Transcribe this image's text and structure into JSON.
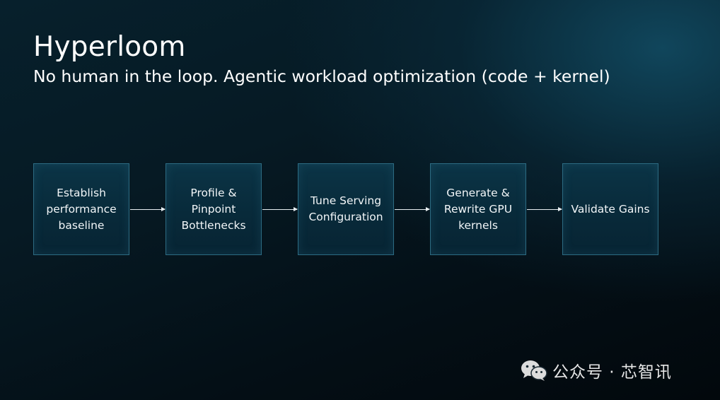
{
  "slide": {
    "title": "Hyperloom",
    "subtitle": "No human in the loop. Agentic workload optimization (code + kernel)"
  },
  "flow": {
    "steps": [
      {
        "label": "Establish performance baseline"
      },
      {
        "label": "Profile & Pinpoint Bottlenecks"
      },
      {
        "label": "Tune Serving Configuration"
      },
      {
        "label": "Generate & Rewrite GPU kernels"
      },
      {
        "label": "Validate Gains"
      }
    ],
    "colors": {
      "box_border": "#2c6b82",
      "box_fill": "#0b3446",
      "arrow": "#e8eef2"
    }
  },
  "watermark": {
    "icon": "wechat-icon",
    "text": "公众号 · 芯智讯"
  }
}
